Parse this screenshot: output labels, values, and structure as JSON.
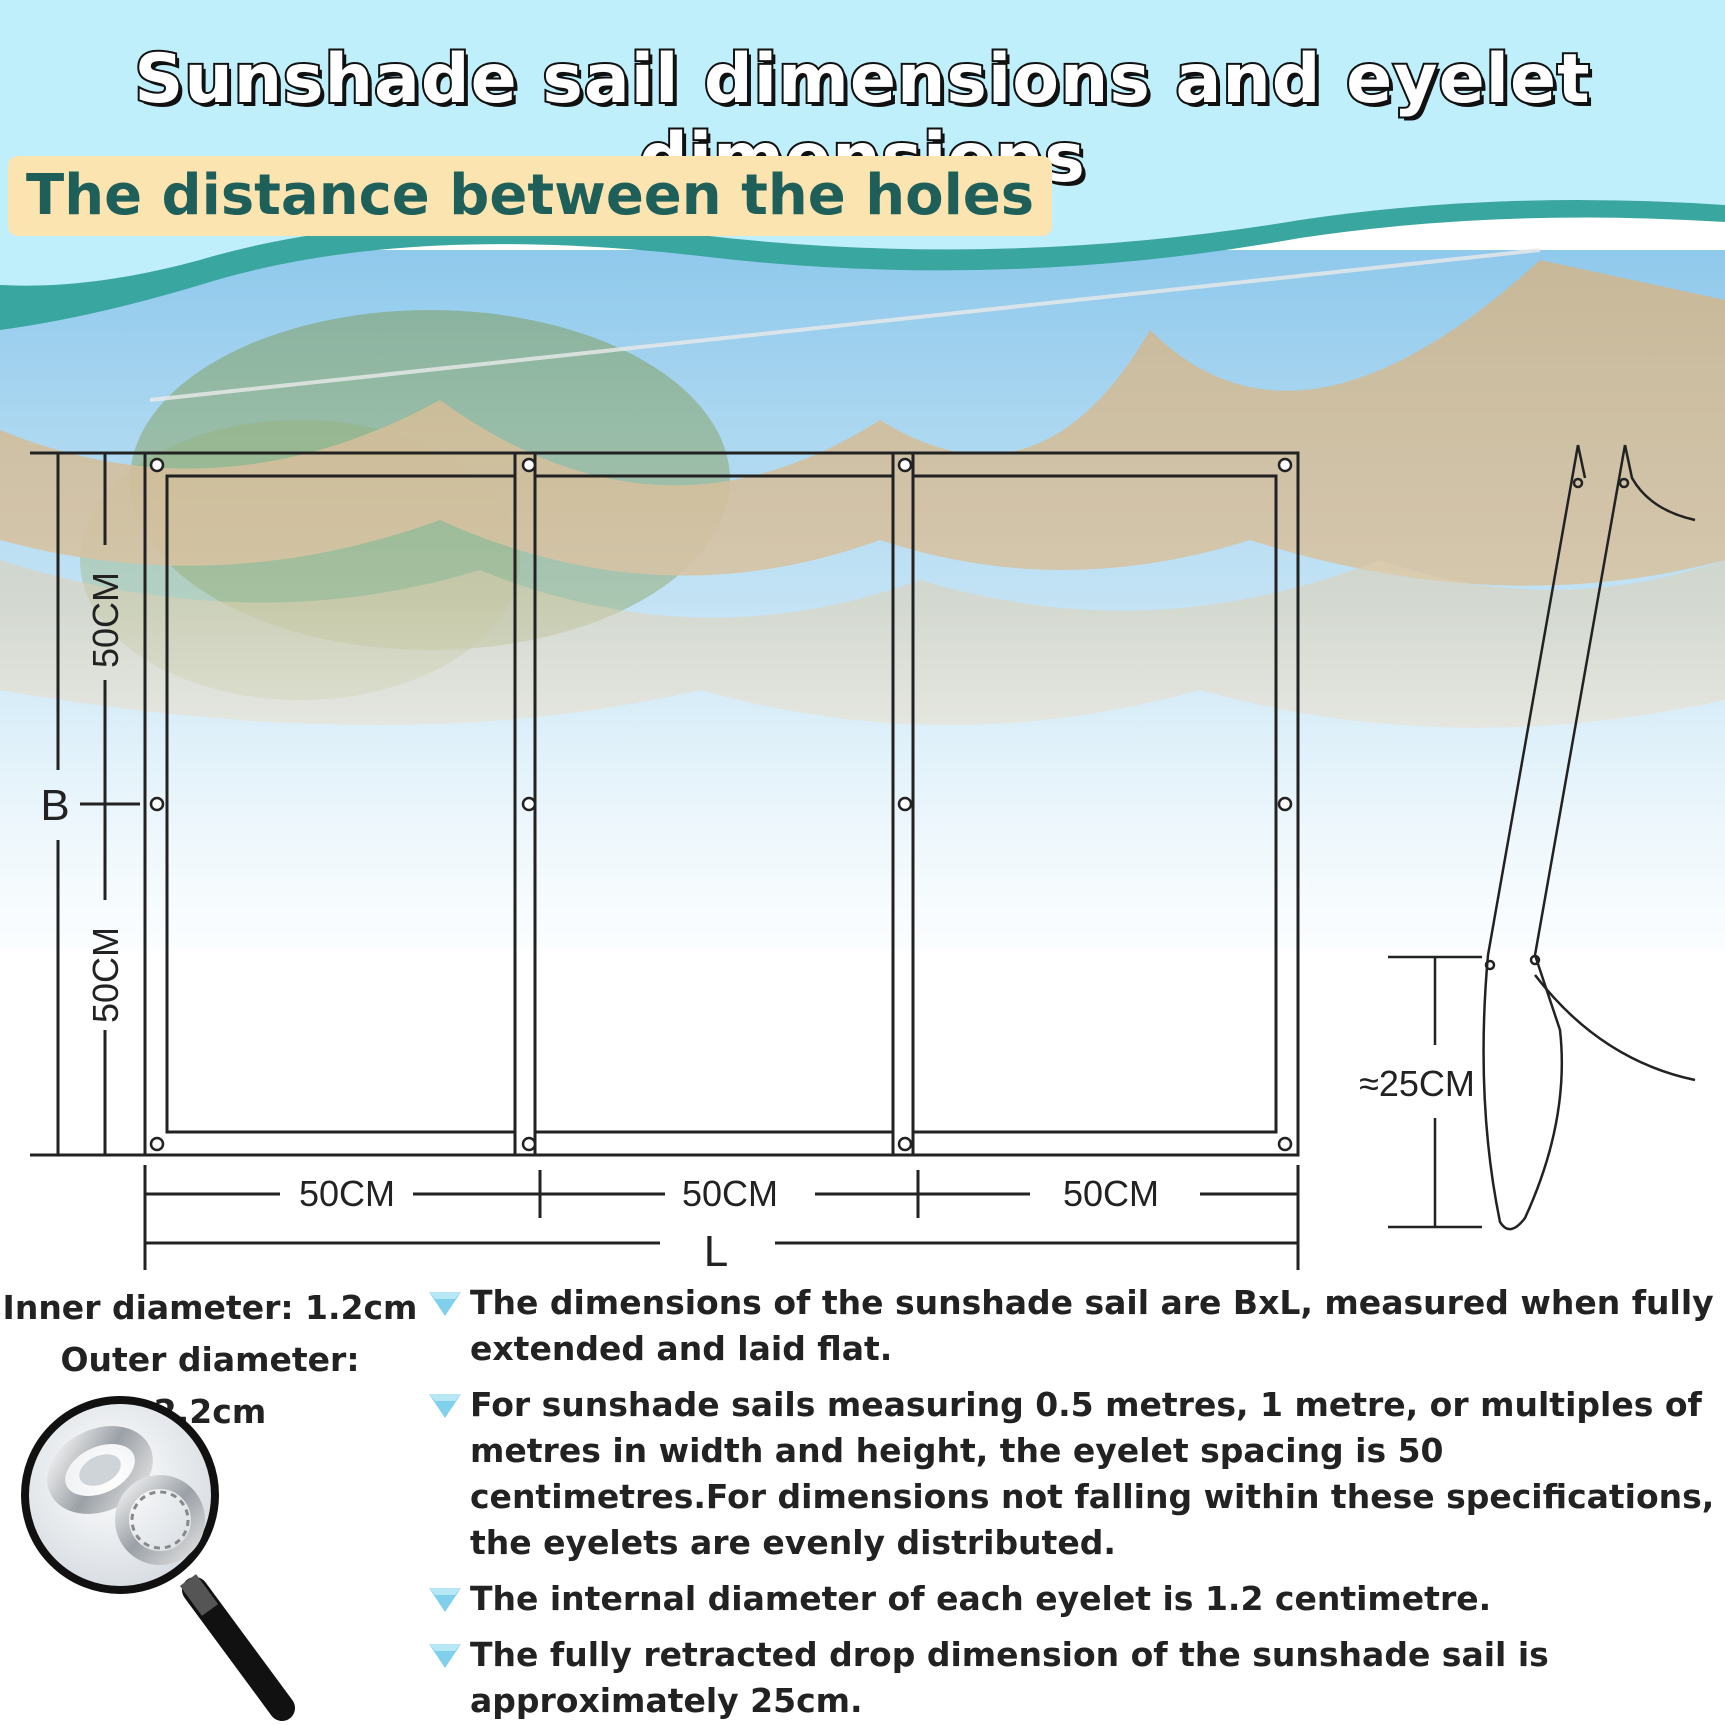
{
  "header": {
    "title": "Sunshade sail dimensions and eyelet dimensions",
    "subtitle": "The distance between the holes"
  },
  "dimensions": {
    "panel_width_1": "50CM",
    "panel_width_2": "50CM",
    "panel_width_3": "50CM",
    "height_upper": "50CM",
    "height_lower": "50CM",
    "width_symbol": "B",
    "length_symbol": "L",
    "drop": "≈25CM"
  },
  "eyelet_specs": {
    "inner": "Inner diameter: 1.2cm",
    "outer": "Outer diameter: 2.2cm"
  },
  "notes": [
    "The dimensions of the sunshade sail are BxL, measured when fully extended and laid flat.",
    "For sunshade sails measuring 0.5 metres, 1 metre, or multiples of metres in width and height, the eyelet spacing is 50 centimetres.For dimensions not falling within these specifications, the eyelets are evenly distributed.",
    "The internal diameter of each eyelet is 1.2 centimetre.",
    "The fully retracted drop dimension of the sunshade sail is approximately 25cm."
  ],
  "colors": {
    "sky": "#bfeffb",
    "teal_wave": "#3aa6a0",
    "canvas": "#cdb68f",
    "subtitle_bg": "#fbe4b0",
    "subtitle_text": "#1f5f5a",
    "bullet_gem": "#7fd0ea"
  },
  "icons": [
    "diamond-bullet-icon",
    "magnifier-eyelet-icon"
  ]
}
